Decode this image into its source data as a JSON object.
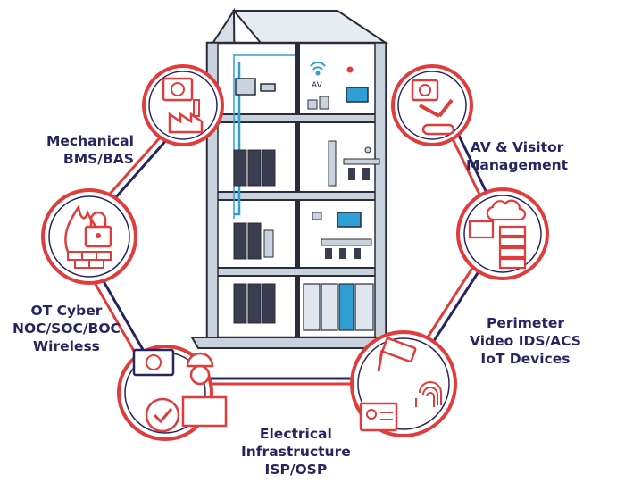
{
  "labels": {
    "mechanical": [
      "Mechanical",
      "BMS/BAS"
    ],
    "av": [
      "AV & Visitor",
      "Management"
    ],
    "ot": [
      "OT Cyber",
      "NOC/SOC/BOC",
      "Wireless"
    ],
    "perimeter": [
      "Perimeter",
      "Video IDS/ACS",
      "IoT Devices"
    ],
    "electrical": [
      "Electrical",
      "Infrastructure",
      "ISP/OSP"
    ]
  },
  "building_text": {
    "av_sign": "AV"
  },
  "colors": {
    "red": "#e23b3b",
    "navy": "#27255f",
    "building_line": "#2b2b3a",
    "building_fill": "#c9d3de",
    "accent_blue": "#2f9fd6"
  },
  "icons": [
    "factory-laptop-icon",
    "robot-arm-icon",
    "firewall-lock-icon",
    "server-cloud-icon",
    "cctv-badge-fingerprint-icon",
    "engineer-certificate-icon"
  ]
}
